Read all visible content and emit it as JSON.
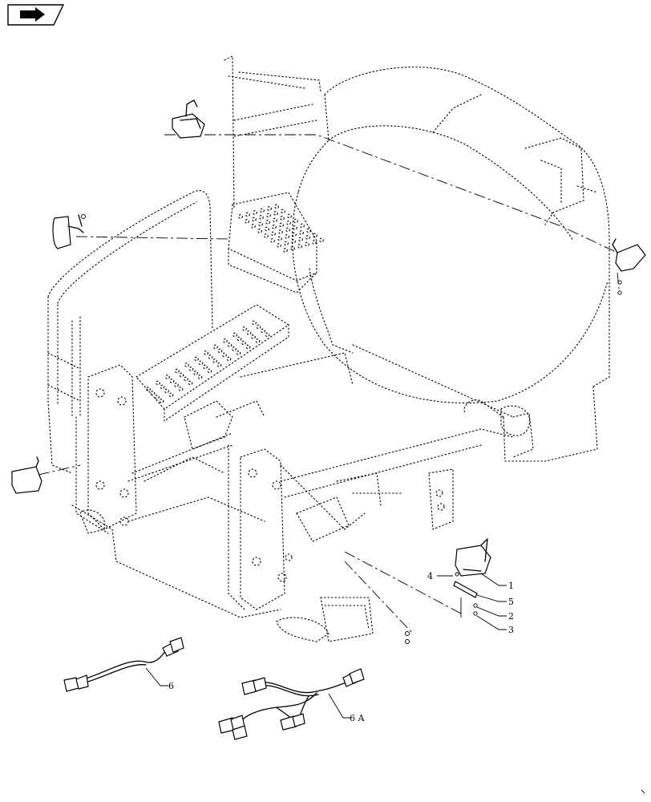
{
  "nav": {
    "icon": "return-arrow-icon"
  },
  "callouts": {
    "c1": "1",
    "c2": "2",
    "c3": "3",
    "c4": "4",
    "c5": "5",
    "c6": "6",
    "c6a": "6 A"
  }
}
